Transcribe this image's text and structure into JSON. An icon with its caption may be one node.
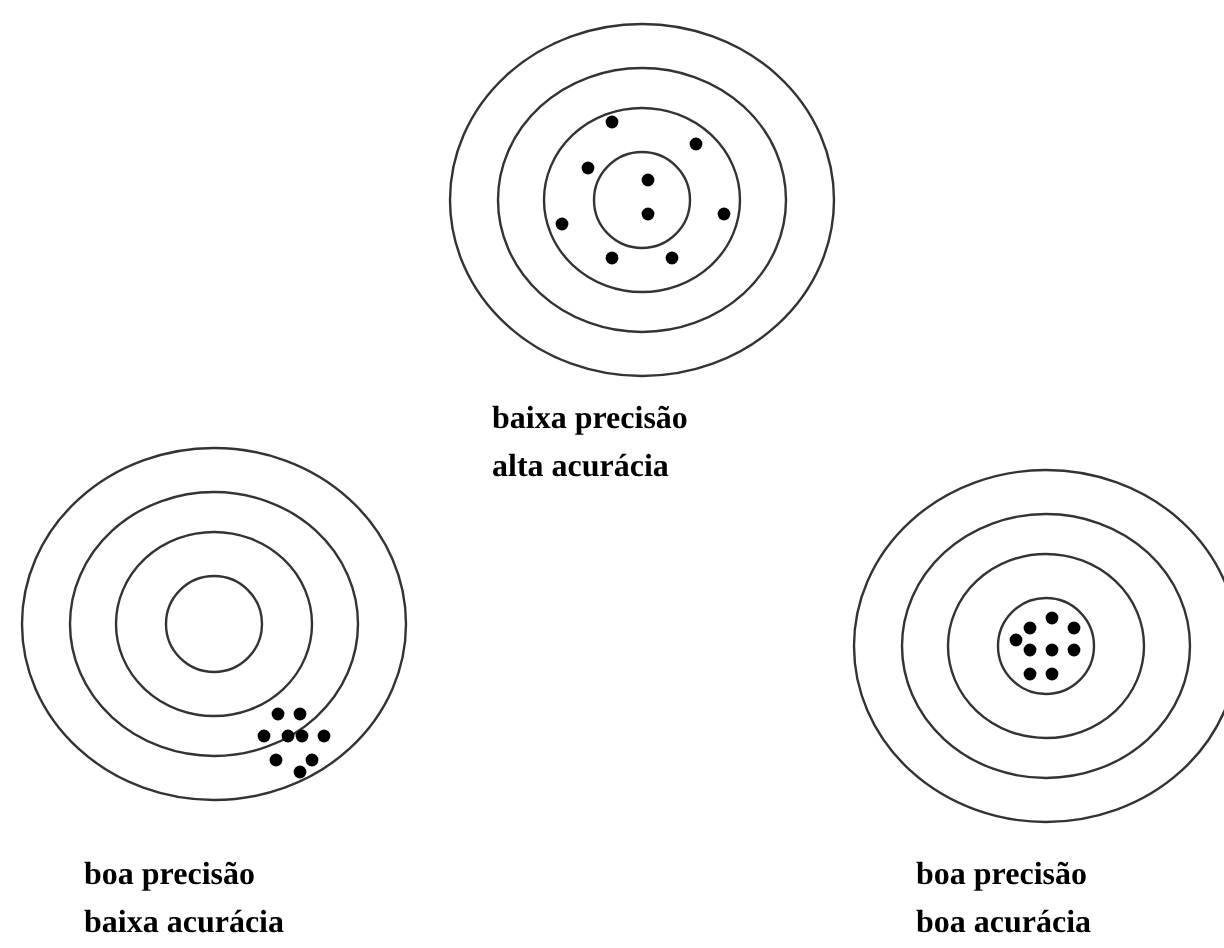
{
  "diagram": {
    "labels": [
      "baixa precisão",
      "alta acurácia",
      "boa precisão",
      "baixa acurácia",
      "boa precisão",
      "boa acurácia"
    ]
  }
}
